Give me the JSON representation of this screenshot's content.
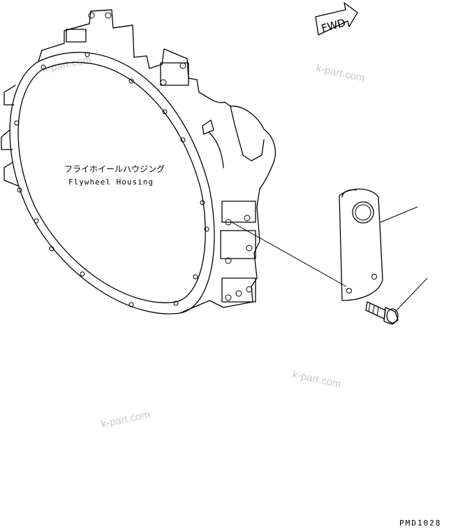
{
  "fwd_label": "FWD",
  "flywheel_label_jp": "フライホイールハウジング",
  "flywheel_label_en": "Flywheel Housing",
  "watermarks": [
    "k-part.com",
    "k-part.com",
    "k-part.com",
    "k-part.com"
  ],
  "drawing_code": "PMD1028"
}
